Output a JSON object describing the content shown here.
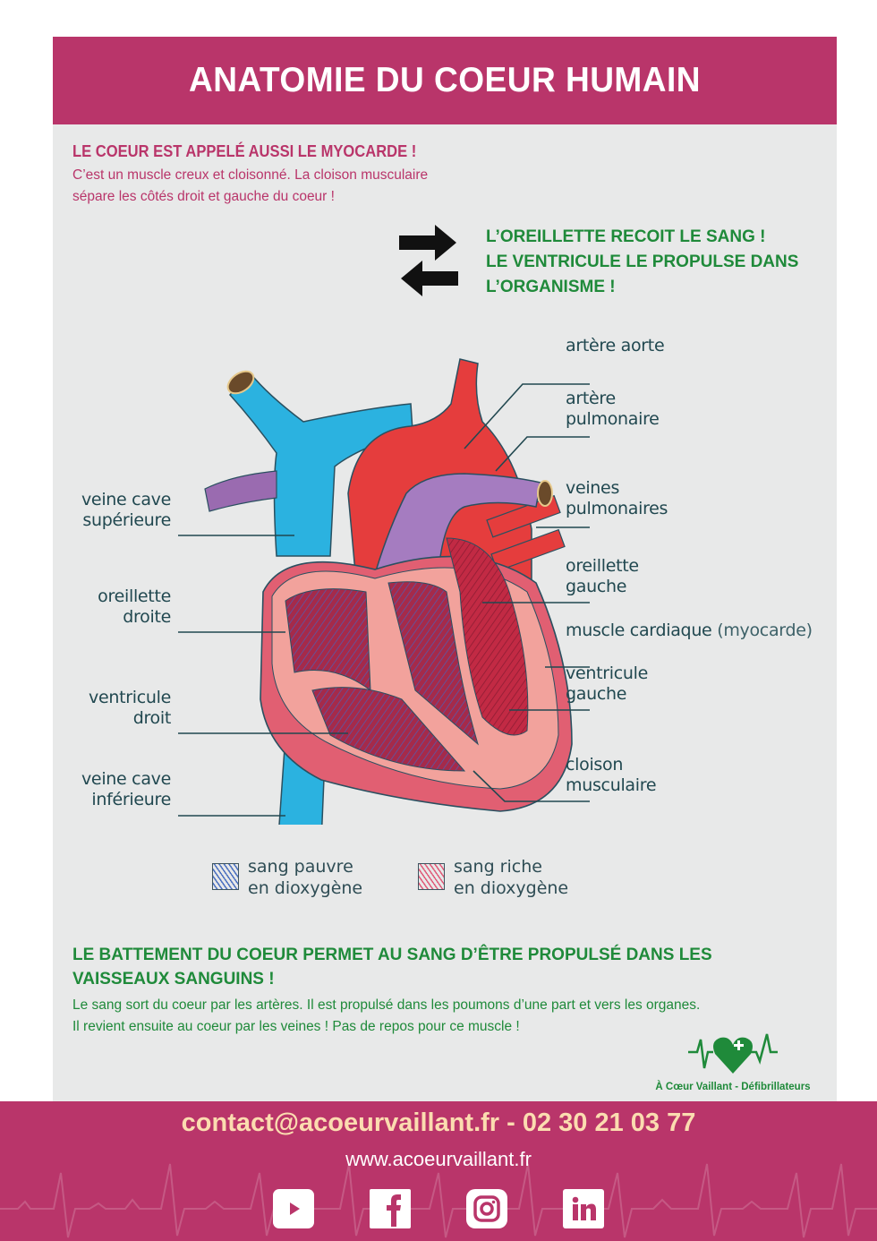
{
  "header": {
    "title": "ANATOMIE DU COEUR HUMAIN"
  },
  "intro": {
    "heading": "LE COEUR EST APPELÉ AUSSI LE MYOCARDE !",
    "line1": "C’est un muscle creux et cloisonné. La cloison musculaire",
    "line2": "sépare les côtés droit et gauche du coeur !"
  },
  "note": {
    "icon": "swap-arrows-icon",
    "line1": "L’OREILLETTE RECOIT LE SANG !",
    "line2": "LE VENTRICULE LE PROPULSE DANS",
    "line3": "L’ORGANISME !"
  },
  "labels": {
    "left": [
      {
        "l1": "veine cave",
        "l2": "supérieure"
      },
      {
        "l1": "oreillette",
        "l2": "droite"
      },
      {
        "l1": "ventricule",
        "l2": "droit"
      },
      {
        "l1": "veine cave",
        "l2": "inférieure"
      }
    ],
    "right": [
      {
        "l1": "artère aorte",
        "l2": ""
      },
      {
        "l1": "artère",
        "l2": "pulmonaire"
      },
      {
        "l1": "veines",
        "l2": "pulmonaires"
      },
      {
        "l1": "oreillette",
        "l2": "gauche"
      },
      {
        "l1": "muscle cardiaque",
        "l1b": "(myocarde)",
        "l2": ""
      },
      {
        "l1": "ventricule",
        "l2": "gauche"
      },
      {
        "l1": "cloison",
        "l2": "musculaire"
      }
    ]
  },
  "legend": [
    {
      "l1": "sang pauvre",
      "l2": "en dioxygène",
      "color": "#4a6fc0"
    },
    {
      "l1": "sang riche",
      "l2": "en dioxygène",
      "color": "#e05a78"
    }
  ],
  "bottom": {
    "heading1": "LE BATTEMENT DU COEUR PERMET AU SANG D’ÊTRE PROPULSÉ DANS LES",
    "heading2": "VAISSEAUX SANGUINS !",
    "line1": "Le sang sort du coeur par les artères. Il est propulsé dans les poumons d’une part et vers les organes.",
    "line2": "Il revient ensuite au coeur par les veines ! Pas de repos pour ce muscle !"
  },
  "logo": {
    "name": "À Cœur Vaillant - Défibrillateurs"
  },
  "footer": {
    "contact": "contact@acoeurvaillant.fr - 02 30 21 03 77",
    "website": "www.acoeurvaillant.fr",
    "socials": [
      "youtube",
      "facebook",
      "instagram",
      "linkedin"
    ]
  },
  "colors": {
    "brand_pink": "#b9356a",
    "green": "#1f8a3a",
    "panel_bg": "#e8e9e9",
    "label_text": "#214850",
    "contact_text": "#fbdcb0"
  }
}
